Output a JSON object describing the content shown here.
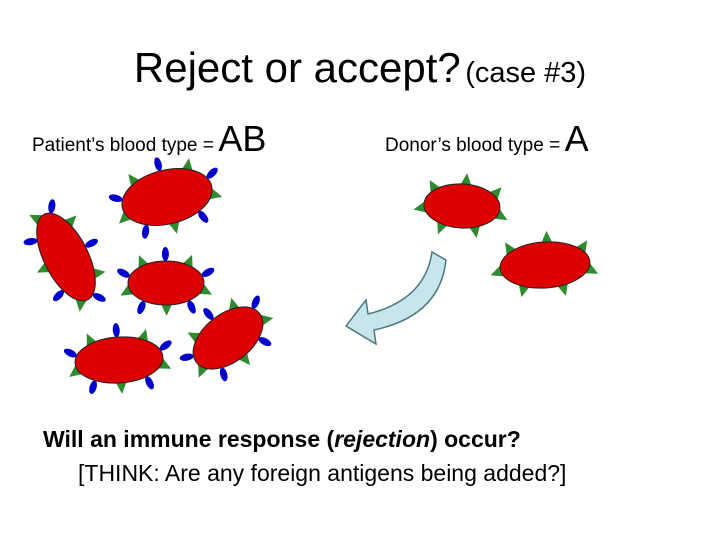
{
  "title": {
    "main": "Reject or accept?",
    "sub": "(case #3)"
  },
  "patient": {
    "label": "Patient’s blood type =",
    "type": "AB"
  },
  "donor": {
    "label": "Donor’s blood type =",
    "type": "A"
  },
  "question": {
    "before": "Will an immune response (",
    "emphasis": "rejection",
    "after": ") occur?"
  },
  "think": "[THINK: Are any foreign antigens being added?]",
  "colors": {
    "cell_fill": "#dd0000",
    "antigen_a": "#2e8b2e",
    "antigen_b": "#0000cc",
    "arrow_fill": "#c7e6ec",
    "arrow_stroke": "#4a7a80"
  }
}
